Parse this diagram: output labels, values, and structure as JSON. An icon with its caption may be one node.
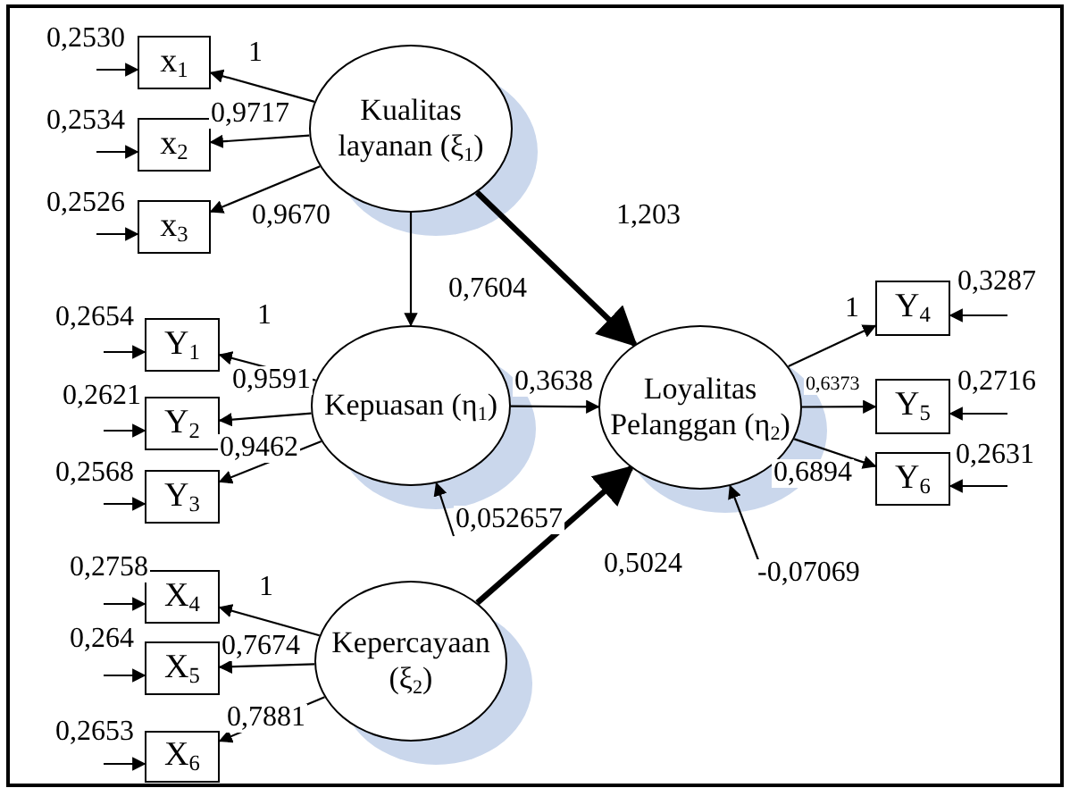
{
  "diagram": {
    "nodes": [
      {
        "text": [
          "x$_{1}$"
        ]
      },
      {
        "text": [
          "x$_{2}$"
        ]
      },
      {
        "text": [
          "x$_{3}$"
        ]
      },
      {
        "text": [
          "Kualitas layanan (ξ$_{1}$)"
        ]
      },
      {
        "text": [
          "Y$_{1}$"
        ]
      },
      {
        "text": [
          "Y$_{2}$"
        ]
      },
      {
        "text": [
          "Y$_{3}$"
        ]
      },
      {
        "text": [
          "Kepuasan (η$_{1}$)"
        ]
      },
      {
        "text": [
          "Loyalitas Pelanggan (η$_{2}$)"
        ]
      },
      {
        "text": [
          "Y$_{4}$"
        ]
      },
      {
        "text": [
          "Y$_{5}$"
        ]
      },
      {
        "text": [
          "Y$_{6}$"
        ]
      },
      {
        "text": [
          "X$_{4}$"
        ]
      },
      {
        "text": [
          "X$_{5}$"
        ]
      },
      {
        "text": [
          "X$_{6}$"
        ]
      },
      {
        "text": [
          "Kepercayaan (ξ$_{2}$)"
        ]
      }
    ],
    "edges": [
      {
        "from": 3,
        "to": 0,
        "arrow": "to",
        "label": "1"
      },
      {
        "from": 3,
        "to": 1,
        "arrow": "to",
        "label": "0,9717"
      },
      {
        "from": 3,
        "to": 2,
        "arrow": "to",
        "label": "0,9670"
      },
      {
        "from": 3,
        "to": 7,
        "arrow": "to",
        "label": "0,7604"
      },
      {
        "from": 3,
        "to": 8,
        "arrow": "to",
        "label": "1,203",
        "style": "thick"
      },
      {
        "from": 7,
        "to": 4,
        "arrow": "to",
        "label": "1"
      },
      {
        "from": 7,
        "to": 5,
        "arrow": "to",
        "label": "0,9591"
      },
      {
        "from": 7,
        "to": 6,
        "arrow": "to",
        "label": "0,9462"
      },
      {
        "from": 7,
        "to": 8,
        "arrow": "to",
        "label": "0,3638"
      },
      {
        "from": 15,
        "to": 12,
        "arrow": "to",
        "label": "1"
      },
      {
        "from": 15,
        "to": 13,
        "arrow": "to",
        "label": "0,7674"
      },
      {
        "from": 15,
        "to": 14,
        "arrow": "to",
        "label": "0,7881"
      },
      {
        "from": 15,
        "to": 8,
        "arrow": "to",
        "label": "0,5024",
        "style": "thick"
      },
      {
        "from": 8,
        "to": 9,
        "arrow": "to",
        "label": "1"
      },
      {
        "from": 8,
        "to": 10,
        "arrow": "to",
        "label": "0,6373"
      },
      {
        "from": 8,
        "to": 11,
        "arrow": "to",
        "label": "0,6894"
      },
      {
        "from": null,
        "to": 0,
        "arrow": "to",
        "label": "0,2530"
      },
      {
        "from": null,
        "to": 1,
        "arrow": "to",
        "label": "0,2534"
      },
      {
        "from": null,
        "to": 2,
        "arrow": "to",
        "label": "0,2526"
      },
      {
        "from": null,
        "to": 4,
        "arrow": "to",
        "label": "0,2654"
      },
      {
        "from": null,
        "to": 5,
        "arrow": "to",
        "label": "0,2621"
      },
      {
        "from": null,
        "to": 6,
        "arrow": "to",
        "label": "0,2568"
      },
      {
        "from": null,
        "to": 12,
        "arrow": "to",
        "label": "0,2758"
      },
      {
        "from": null,
        "to": 13,
        "arrow": "to",
        "label": "0,264"
      },
      {
        "from": null,
        "to": 14,
        "arrow": "to",
        "label": "0,2653"
      },
      {
        "from": null,
        "to": 9,
        "arrow": "to",
        "label": "0,3287"
      },
      {
        "from": null,
        "to": 10,
        "arrow": "to",
        "label": "0,2716"
      },
      {
        "from": null,
        "to": 11,
        "arrow": "to",
        "label": "0,2631"
      },
      {
        "from": null,
        "to": 7,
        "arrow": "to",
        "label": "0,052657"
      },
      {
        "from": null,
        "to": 8,
        "arrow": "to",
        "label": "-0,07069"
      }
    ]
  }
}
